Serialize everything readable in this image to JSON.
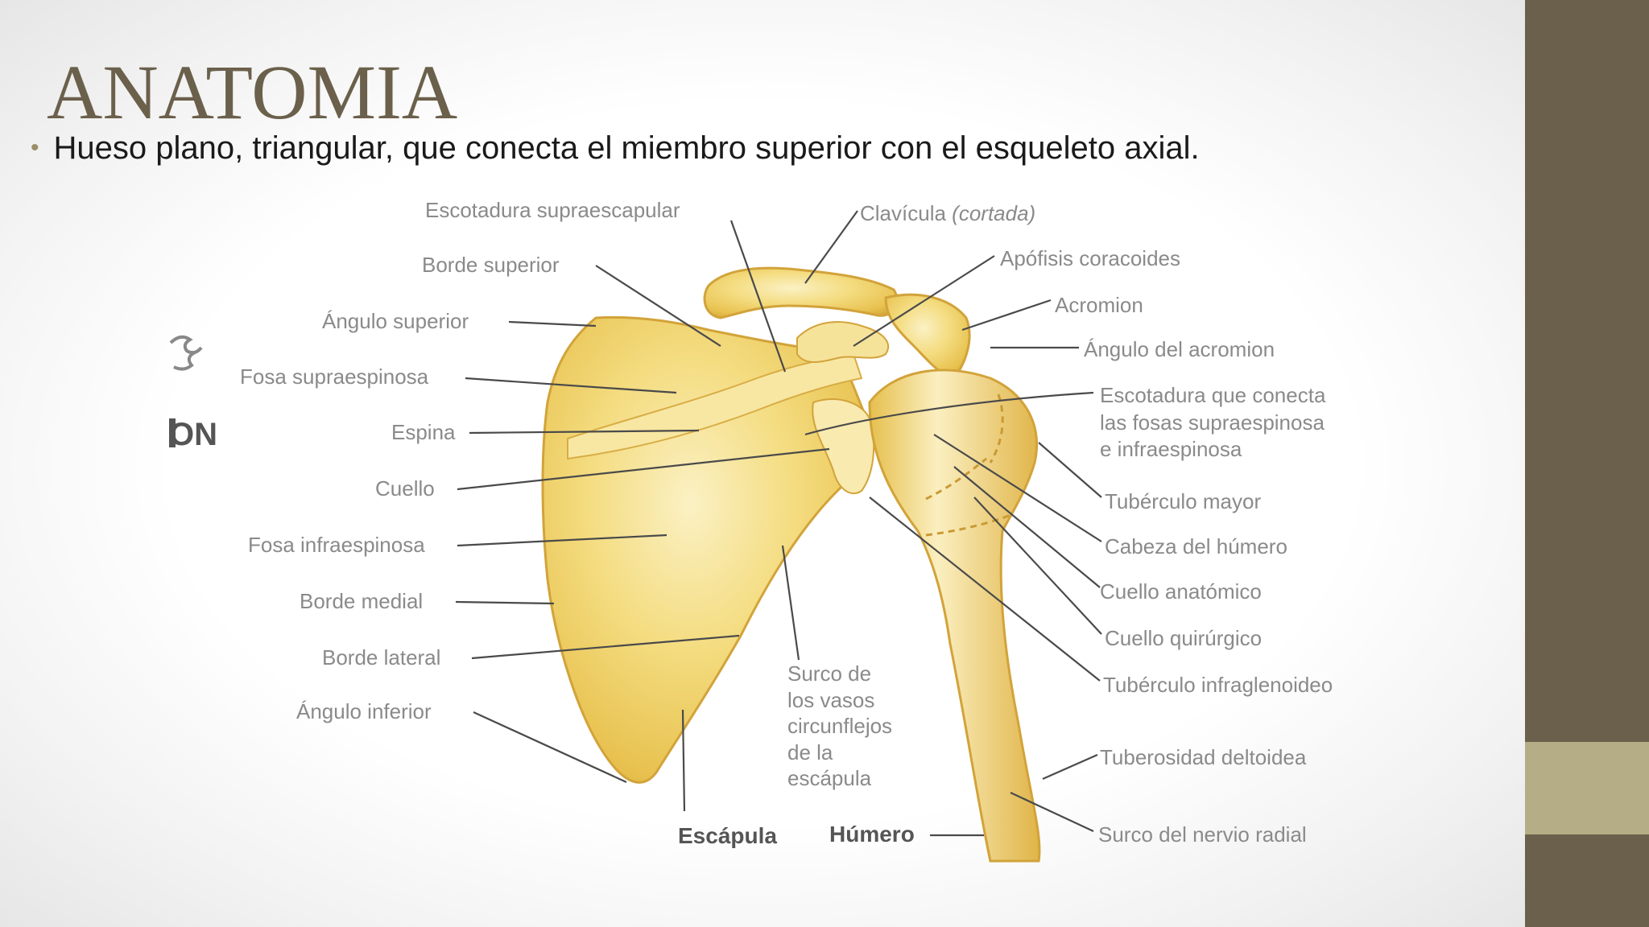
{
  "title": "ANATOMIA",
  "bullet": "Hueso plano, triangular, que conecta el miembro superior con el esqueleto axial.",
  "logo_text": "ON",
  "colors": {
    "title": "#6b604b",
    "sidebar_dark": "#6b604b",
    "sidebar_light": "#b4ad86",
    "bone": "#f2d56a"
  },
  "labels": {
    "escotadura_supraescapular": "Escotadura supraescapular",
    "clavicula": "Clavícula",
    "clavicula_nota": "(cortada)",
    "borde_superior": "Borde superior",
    "apofisis_coracoides": "Apófisis coracoides",
    "angulo_superior": "Ángulo superior",
    "acromion": "Acromion",
    "angulo_acromion": "Ángulo del acromion",
    "fosa_supraespinosa": "Fosa supraespinosa",
    "escotadura_conecta_1": "Escotadura que conecta",
    "escotadura_conecta_2": "las fosas supraespinosa",
    "escotadura_conecta_3": "e infraespinosa",
    "espina": "Espina",
    "cuello": "Cuello",
    "tuberculo_mayor": "Tubérculo mayor",
    "cabeza_humero": "Cabeza del húmero",
    "fosa_infraespinosa": "Fosa infraespinosa",
    "cuello_anatomico": "Cuello anatómico",
    "borde_medial": "Borde medial",
    "cuello_quirurgico": "Cuello quirúrgico",
    "borde_lateral": "Borde lateral",
    "tuberculo_infraglenoideo": "Tubérculo infraglenoideo",
    "surco_1": "Surco de",
    "surco_2": "los vasos",
    "surco_3": "circunflejos",
    "surco_4": "de la",
    "surco_5": "escápula",
    "angulo_inferior": "Ángulo inferior",
    "tuberosidad_deltoidea": "Tuberosidad deltoidea",
    "escapula": "Escápula",
    "humero": "Húmero",
    "surco_nervio_radial": "Surco del nervio radial"
  }
}
